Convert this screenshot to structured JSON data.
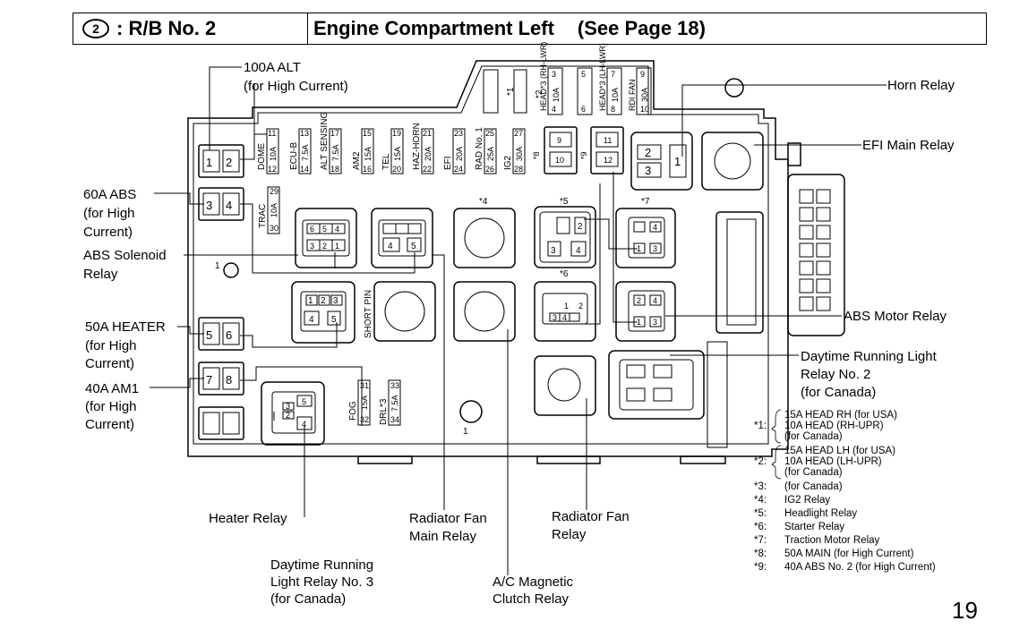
{
  "header": {
    "circled_number": "2",
    "relay_block": ": R/B No. 2",
    "location": "Engine Compartment Left",
    "see_page": "(See Page 18)"
  },
  "left_labels": {
    "alt_100a": [
      "100A ALT",
      "(for High Current)"
    ],
    "abs_60a": [
      "60A ABS",
      "(for High",
      "Current)"
    ],
    "abs_solenoid": [
      "ABS Solenoid",
      "Relay"
    ],
    "heater_50a": [
      "50A HEATER",
      "(for High",
      "Current)"
    ],
    "am1_40a": [
      "40A AM1",
      "(for High",
      "Current)"
    ]
  },
  "right_labels": {
    "horn_relay": "Horn Relay",
    "efi_main_relay": "EFI Main Relay",
    "abs_motor_relay": "ABS Motor Relay",
    "drl_relay_2": [
      "Daytime Running Light",
      "Relay No. 2",
      "(for Canada)"
    ]
  },
  "bottom_labels": {
    "heater_relay": "Heater Relay",
    "radiator_fan_main": [
      "Radiator Fan",
      "Main Relay"
    ],
    "radiator_fan_relay": [
      "Radiator Fan",
      "Relay"
    ],
    "drl_relay_3": [
      "Daytime Running",
      "Light Relay No. 3",
      "(for Canada)"
    ],
    "ac_clutch": [
      "A/C Magnetic",
      "Clutch Relay"
    ]
  },
  "fuses": [
    {
      "name": "DOME",
      "amp": "10A",
      "top": "11",
      "bottom": "12"
    },
    {
      "name": "ECU-B",
      "amp": "7.5A",
      "top": "13",
      "bottom": "14"
    },
    {
      "name": "ALT SENSING",
      "amp": "7.5A",
      "top": "17",
      "bottom": "18"
    },
    {
      "name": "AM2",
      "amp": "15A",
      "top": "15",
      "bottom": "16"
    },
    {
      "name": "TEL",
      "amp": "15A",
      "top": "19",
      "bottom": "20"
    },
    {
      "name": "HAZ-HORN",
      "amp": "20A",
      "top": "21",
      "bottom": "22"
    },
    {
      "name": "EFI",
      "amp": "20A",
      "top": "23",
      "bottom": "24"
    },
    {
      "name": "RAD No. 1",
      "amp": "25A",
      "top": "25",
      "bottom": "26"
    },
    {
      "name": "IG2",
      "amp": "30A",
      "top": "27",
      "bottom": "28"
    }
  ],
  "top_fuses": [
    {
      "name": "HEAD*3 (RH-LWR)",
      "amp": "10A",
      "top": "3",
      "bottom": "4"
    },
    {
      "name": "",
      "amp": "",
      "top": "5",
      "bottom": "6"
    },
    {
      "name": "HEAD*3 (LH-LWR)",
      "amp": "10A",
      "top": "7",
      "bottom": "8"
    },
    {
      "name": "RDI FAN",
      "amp": "30A",
      "top": "9",
      "bottom": "10"
    }
  ],
  "other_fuses": {
    "trac": {
      "name": "TRAC",
      "amp": "10A",
      "top": "29",
      "bottom": "30"
    },
    "fog": {
      "name": "FOG",
      "amp": "15A",
      "top": "31",
      "bottom": "32"
    },
    "drl": {
      "name": "DRL*3",
      "amp": "7.5A",
      "top": "33",
      "bottom": "34"
    }
  },
  "misc": {
    "star1": "*1",
    "star2": "*2",
    "star4": "*4",
    "star5": "*5",
    "star6": "*6",
    "star7": "*7",
    "star8": "*8",
    "star9": "*9",
    "short_pin": "SHORT PIN",
    "one": "1",
    "top_one": "1",
    "top_two": "2"
  },
  "legend": [
    {
      "key": "*1:",
      "lines": [
        "15A HEAD RH (for USA)",
        "10A HEAD (RH-UPR)",
        "(for Canada)"
      ]
    },
    {
      "key": "*2:",
      "lines": [
        "15A HEAD LH (for USA)",
        "10A HEAD (LH-UPR)",
        "(for Canada)"
      ]
    },
    {
      "key": "*3:",
      "lines": [
        "(for Canada)"
      ]
    },
    {
      "key": "*4:",
      "lines": [
        "IG2 Relay"
      ]
    },
    {
      "key": "*5:",
      "lines": [
        "Headlight Relay"
      ]
    },
    {
      "key": "*6:",
      "lines": [
        "Starter Relay"
      ]
    },
    {
      "key": "*7:",
      "lines": [
        "Traction Motor Relay"
      ]
    },
    {
      "key": "*8:",
      "lines": [
        "50A MAIN (for High Current)"
      ]
    },
    {
      "key": "*9:",
      "lines": [
        "40A ABS No. 2 (for High Current)"
      ]
    }
  ],
  "page_number": "19"
}
